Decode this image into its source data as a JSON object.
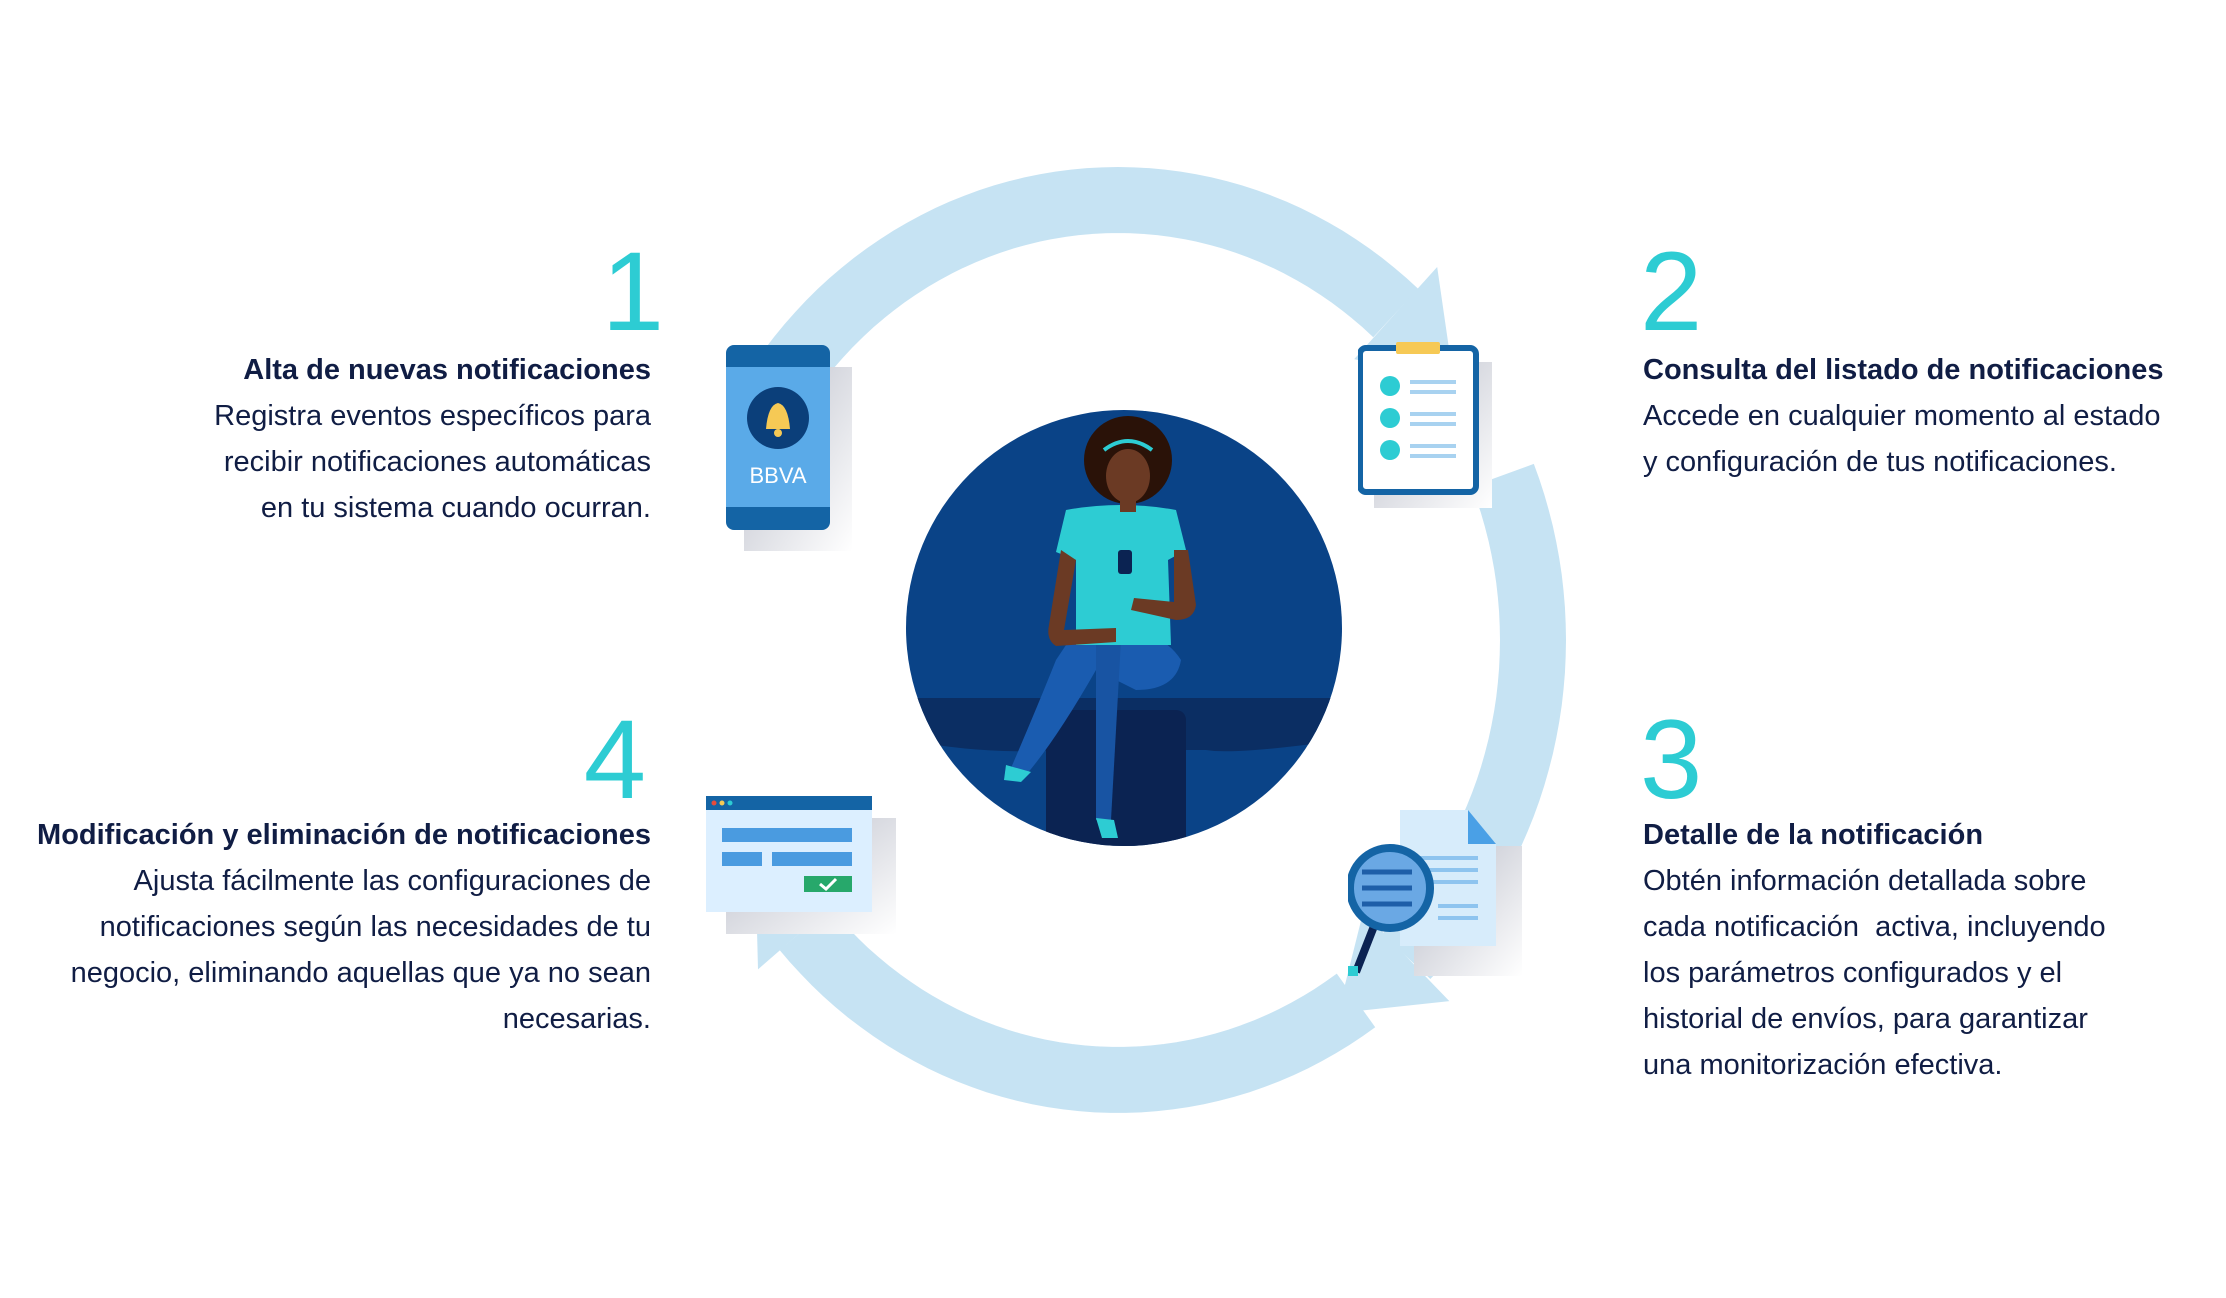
{
  "steps": [
    {
      "number": "1",
      "title": "Alta de nuevas notificaciones",
      "lines": [
        "Registra eventos específicos para",
        "recibir notificaciones automáticas",
        "en tu sistema cuando ocurran."
      ]
    },
    {
      "number": "2",
      "title": "Consulta del listado de notificaciones",
      "lines": [
        "Accede en cualquier momento al estado",
        "y configuración de tus notificaciones."
      ]
    },
    {
      "number": "3",
      "title": "Detalle de la notificación",
      "lines": [
        "Obtén información detallada sobre",
        "cada notificación  activa, incluyendo",
        "los parámetros configurados y el",
        "historial de envíos, para garantizar",
        "una monitorización efectiva."
      ]
    },
    {
      "number": "4",
      "title": "Modificación y eliminación de notificaciones",
      "lines": [
        "Ajusta fácilmente las configuraciones de",
        "notificaciones según las necesidades de tu",
        "negocio, eliminando aquellas que ya no sean",
        "necesarias."
      ]
    }
  ],
  "phone_logo": "BBVA",
  "icons": [
    "bell-phone-icon",
    "checklist-clipboard-icon",
    "document-magnifier-icon",
    "browser-form-icon",
    "person-with-phone-illustration"
  ],
  "colors": {
    "accent": "#2dccd3",
    "text": "#101d44",
    "arrow": "#c6e3f3",
    "navy": "#0a4387"
  }
}
